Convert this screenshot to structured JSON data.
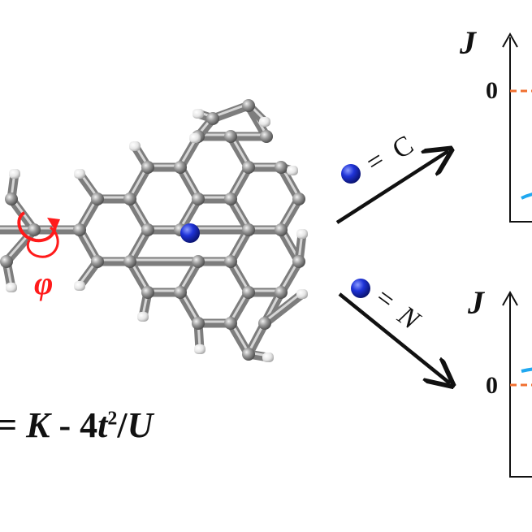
{
  "molecule": {
    "rotation_symbol": "φ",
    "rotation_color": "#ff1a1a",
    "dopant_color": "#1024c8",
    "carbon_color": "#8a8a8a",
    "hydrogen_color": "#f4f4f4"
  },
  "legend_top": {
    "equals": "=",
    "element": "C"
  },
  "legend_bottom": {
    "equals": "=",
    "element": "N"
  },
  "plot_top": {
    "axis_symbol": "J",
    "zero_label": "0"
  },
  "plot_bottom": {
    "axis_symbol": "J",
    "zero_label": "0"
  },
  "formula": {
    "lhs": "=",
    "K": "K",
    "minus": " - 4",
    "t": "t",
    "exp": "2",
    "slash": "/",
    "U": "U"
  },
  "colors": {
    "zero_line": "#f07030",
    "curve": "#20a8f0"
  }
}
